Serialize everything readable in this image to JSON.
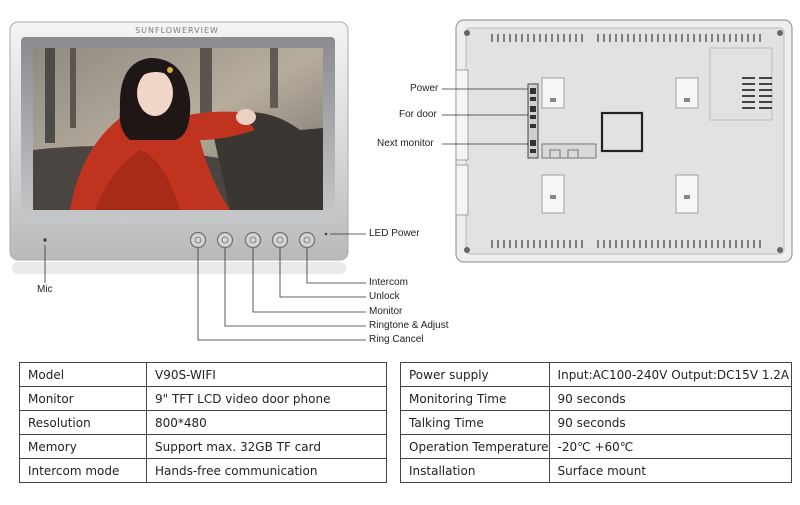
{
  "front": {
    "brand": "SUNFLOWERVIEW",
    "label_mic": "Mic",
    "label_led_power": "LED Power",
    "labels": [
      "Intercom",
      "Unlock",
      "Monitor",
      "Ringtone & Adjust",
      "Ring Cancel"
    ]
  },
  "back": {
    "label_power": "Power",
    "label_for_door": "For door",
    "label_next_monitor": "Next monitor"
  },
  "specs_left": [
    {
      "key": "Model",
      "value": "V90S-WIFI"
    },
    {
      "key": "Monitor",
      "value": "9\" TFT LCD video door phone"
    },
    {
      "key": "Resolution",
      "value": "800*480"
    },
    {
      "key": "Memory",
      "value": "Support max. 32GB TF card"
    },
    {
      "key": "Intercom mode",
      "value": "Hands-free communication"
    }
  ],
  "specs_right": [
    {
      "key": "Power supply",
      "value": "Input:AC100-240V Output:DC15V 1.2A"
    },
    {
      "key": "Monitoring Time",
      "value": "90 seconds"
    },
    {
      "key": "Talking Time",
      "value": "90 seconds"
    },
    {
      "key": "Operation Temperature",
      "value": "-20℃ +60℃"
    },
    {
      "key": "Installation",
      "value": "Surface mount"
    }
  ]
}
